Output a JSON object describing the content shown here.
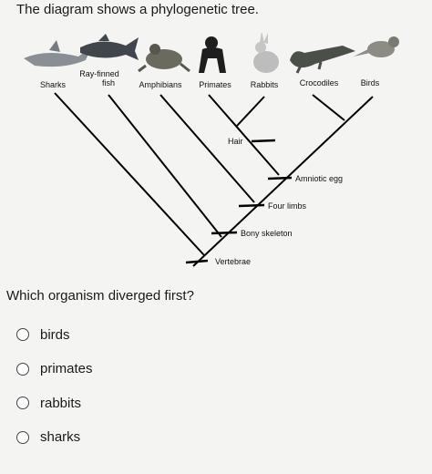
{
  "intro_text": "The diagram shows a phylogenetic tree.",
  "tree": {
    "taxa": [
      {
        "label": "Sharks"
      },
      {
        "label": "Ray-finned\nfish"
      },
      {
        "label": "Amphibians"
      },
      {
        "label": "Primates"
      },
      {
        "label": "Rabbits"
      },
      {
        "label": "Crocodiles"
      },
      {
        "label": "Birds"
      }
    ],
    "traits": [
      {
        "label": "Vertebrae"
      },
      {
        "label": "Bony skeleton"
      },
      {
        "label": "Four limbs"
      },
      {
        "label": "Amniotic egg"
      },
      {
        "label": "Hair"
      }
    ]
  },
  "question": "Which organism diverged first?",
  "choices": [
    {
      "label": "birds"
    },
    {
      "label": "primates"
    },
    {
      "label": "rabbits"
    },
    {
      "label": "sharks"
    }
  ]
}
